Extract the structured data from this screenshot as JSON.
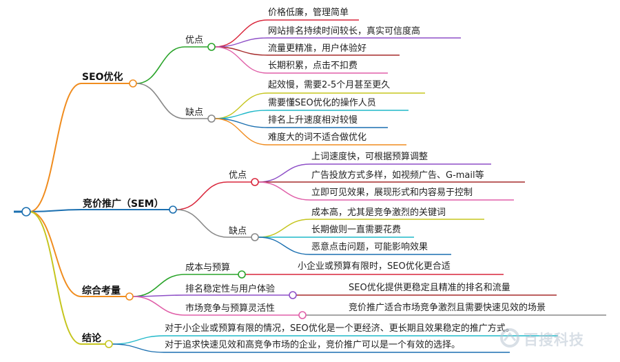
{
  "root": {
    "label": ""
  },
  "branches": [
    {
      "label": "SEO优化",
      "color": "#f08c1e",
      "children": [
        {
          "label": "优点",
          "color": "#2aa42a",
          "leaves": [
            "价格低廉，管理简单",
            "网站排名持续时间较长，真实可信度高",
            "流量更精准，用户体验好",
            "长期积累，点击不扣费"
          ],
          "leaf_colors": [
            "#d9263b",
            "#8e4fc7",
            "#a52a2a",
            "#e05fa8"
          ]
        },
        {
          "label": "缺点",
          "color": "#888888",
          "leaves": [
            "起效慢，需要2-5个月甚至更久",
            "需要懂SEO优化的操作人员",
            "排名上升速度相对较慢",
            "难度大的词不适合做优化"
          ],
          "leaf_colors": [
            "#c5c51e",
            "#1fb8c9",
            "#1a6fb0",
            "#f08c1e"
          ]
        }
      ]
    },
    {
      "label": "竞价推广（SEM）",
      "color": "#1a6fb0",
      "children": [
        {
          "label": "优点",
          "color": "#d9263b",
          "leaves": [
            "上词速度快，可根据预算调整",
            "广告投放方式多样，如视频广告、G-mail等",
            "立即可见效果，展现形式和内容易于控制"
          ],
          "leaf_colors": [
            "#8e4fc7",
            "#a52a2a",
            "#e05fa8"
          ]
        },
        {
          "label": "缺点",
          "color": "#888888",
          "leaves": [
            "成本高，尤其是竞争激烈的关键词",
            "长期做则一直需要花费",
            "恶意点击问题，可能影响效果"
          ],
          "leaf_colors": [
            "#c5c51e",
            "#1fb8c9",
            "#1a6fb0"
          ]
        }
      ]
    },
    {
      "label": "综合考量",
      "color": "#f08c1e",
      "children": [
        {
          "label": "成本与预算",
          "color": "#2aa42a",
          "leaves": [
            "小企业或预算有限时，SEO优化更合适"
          ],
          "leaf_colors": [
            "#d9263b"
          ]
        },
        {
          "label": "排名稳定性与用户体验",
          "color": "#8e4fc7",
          "leaves": [
            "SEO优化提供更稳定且精准的排名和流量"
          ],
          "leaf_colors": [
            "#a52a2a"
          ]
        },
        {
          "label": "市场竞争与预算灵活性",
          "color": "#e05fa8",
          "leaves": [
            "竞价推广适合市场竞争激烈且需要快速见效的场景"
          ],
          "leaf_colors": [
            "#888888"
          ]
        }
      ]
    },
    {
      "label": "结论",
      "color": "#c5c51e",
      "children": [],
      "leaves": [
        "对于小企业或预算有限的情况，SEO优化是一个更经济、更长期且效果稳定的推广方式。",
        "对于追求快速见效和高竞争市场的企业，竞价推广可以是一个有效的选择。"
      ],
      "leaf_colors": [
        "#1fb8c9",
        "#1a6fb0"
      ]
    }
  ],
  "watermark": {
    "text": "百搜科技"
  }
}
